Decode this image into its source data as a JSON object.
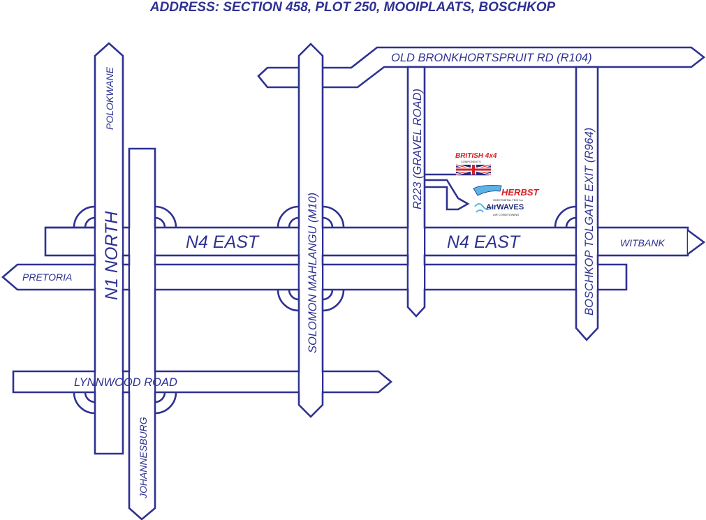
{
  "title": "ADDRESS: SECTION 458, PLOT 250, MOOIPLAATS, BOSCHKOP",
  "roads": {
    "n1_north": "N1 NORTH",
    "polokwane": "POLOKWANE",
    "johannesburg": "JOHANNESBURG",
    "n4_east_left": "N4 EAST",
    "n4_east_right": "N4 EAST",
    "pretoria": "PRETORIA",
    "witbank": "WITBANK",
    "solomon_mahlangu": "SOLOMON MAHLANGU (M10)",
    "old_bronkhortspruit": "OLD BRONKHORTSPRUIT RD (R104)",
    "r223": "R223 (GRAVEL ROAD)",
    "boschkop_exit": "BOSCHKOP TOLGATE EXIT (R964)",
    "lynnwood": "LYNNWOOD ROAD"
  },
  "logos": {
    "british": "BRITISH 4x4",
    "british_sub": "COMPONENTS",
    "herbst": "HERBST",
    "herbst_sub": "SHEETMETAL TECH cc",
    "airwaves": "AirWAVES",
    "airwaves_sub": "AIR CONDITIONING"
  },
  "colors": {
    "road_outline": "#2e3192",
    "road_fill": "#ffffff",
    "brand_red": "#d62027",
    "brand_blue": "#1c2a7a"
  }
}
